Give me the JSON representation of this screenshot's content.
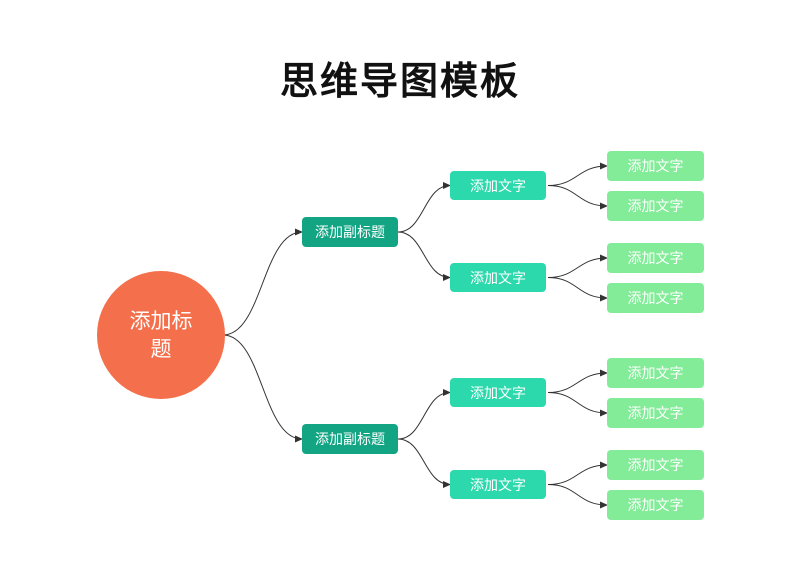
{
  "title": "思维导图模板",
  "colors": {
    "root": "#f4704c",
    "level1": "#13a583",
    "level2": "#2bd9ad",
    "level3": "#83ec98",
    "link": "#333333"
  },
  "root": {
    "label": "添加标题"
  },
  "branches": [
    {
      "label": "添加副标题",
      "children": [
        {
          "label": "添加文字",
          "children": [
            "添加文字",
            "添加文字"
          ]
        },
        {
          "label": "添加文字",
          "children": [
            "添加文字",
            "添加文字"
          ]
        }
      ]
    },
    {
      "label": "添加副标题",
      "children": [
        {
          "label": "添加文字",
          "children": [
            "添加文字",
            "添加文字"
          ]
        },
        {
          "label": "添加文字",
          "children": [
            "添加文字",
            "添加文字"
          ]
        }
      ]
    }
  ]
}
